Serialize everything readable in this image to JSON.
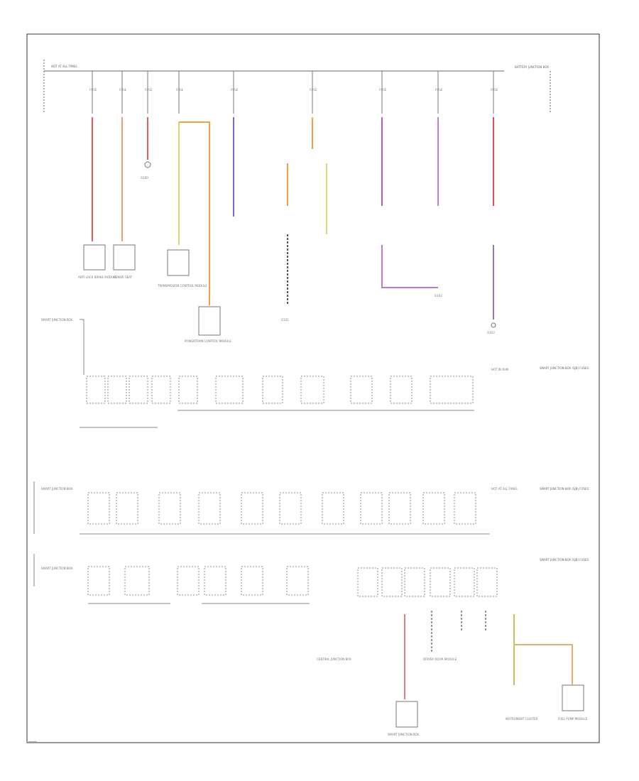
{
  "diagram": {
    "footer_code": "——",
    "top_bus_left_label": "HOT AT ALL TIMES",
    "top_bus_right_label": "BATTERY JUNCTION BOX",
    "fuse_tags": [
      "FUSE",
      "FUSE",
      "FUSE",
      "FUSE",
      "FUSE",
      "FUSE",
      "FUSE",
      "FUSE",
      "FUSE"
    ],
    "components": {
      "c1": "ANTI-LOCK BRAKE MODULE",
      "c2": "POWER SEAT",
      "c3": "G100",
      "c4": "TRANSMISSION CONTROL MODULE",
      "c5": "POWERTRAIN CONTROL MODULE",
      "c6": "G101",
      "c7": "G102",
      "c8": "G103",
      "c9": "DRIVER DOOR MODULE",
      "c10": "CENTRAL JUNCTION BOX",
      "c11": "SMART JUNCTION BOX",
      "c12": "INSTRUMENT CLUSTER",
      "c13": "FUEL PUMP MODULE"
    },
    "rows": {
      "row1_label": "SMART JUNCTION BOX",
      "row2_label": "SMART JUNCTION BOX",
      "row3_label": "SMART JUNCTION BOX",
      "row1_right": "SMART JUNCTION BOX (SJB) FUSES",
      "row2_right": "SMART JUNCTION BOX (SJB) FUSES",
      "row3_right": "SMART JUNCTION BOX (SJB) FUSES",
      "hot_in_run": "HOT IN RUN",
      "hot_at_all": "HOT AT ALL TIMES"
    }
  }
}
